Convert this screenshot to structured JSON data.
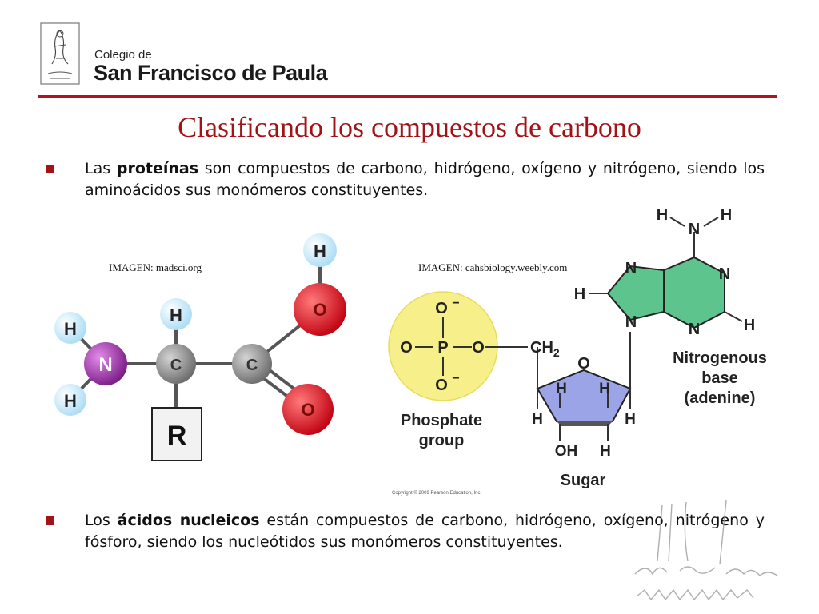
{
  "header": {
    "school_line1": "Colegio de",
    "school_line2": "San Francisco de Paula"
  },
  "title": "Clasificando los compuestos de carbono",
  "bullets": [
    {
      "before": "Las ",
      "bold": "proteínas",
      "after": " son compuestos de carbono, hidrógeno, oxígeno y nitrógeno, siendo los aminoácidos sus monómeros constituyentes."
    },
    {
      "before": "Los ",
      "bold": "ácidos nucleicos",
      "after": " están compuestos de carbono, hidrógeno, oxígeno, nitrógeno y fósforo, siendo los nucleótidos sus monómeros constituyentes."
    }
  ],
  "credits": {
    "left": "IMAGEN: madsci.org",
    "right": "IMAGEN: cahsbiology.weebly.com"
  },
  "amino_acid": {
    "atoms": {
      "h_top": "H",
      "o_top": "O",
      "h_left_top": "H",
      "n": "N",
      "h_left_bottom": "H",
      "h_mid": "H",
      "c1": "C",
      "c2": "C",
      "o_bottom": "O",
      "r": "R"
    },
    "colors": {
      "hydrogen": "#a9dcf5",
      "nitrogen": "#9a2fa4",
      "carbon": "#8a8a8a",
      "oxygen": "#e0141c",
      "r_group": "#f2f2f2"
    }
  },
  "nucleotide": {
    "phosphate": {
      "o_top": "O",
      "o_left": "O",
      "p": "P",
      "o_right": "O",
      "o_bottom": "O",
      "charge": "−",
      "label_1": "Phosphate",
      "label_2": "group",
      "color": "#f7f08a"
    },
    "sugar": {
      "ch2": "CH",
      "ch2_sub": "2",
      "o": "O",
      "h_in_left": "H",
      "h_in_right": "H",
      "h_out_left": "H",
      "h_out_right": "H",
      "oh": "OH",
      "h_bottom": "H",
      "label": "Sugar",
      "color": "#9aa4e6"
    },
    "base": {
      "h_top_left": "H",
      "n_top": "N",
      "h_top_right": "H",
      "n_ring_left": "N",
      "n_ring_right": "N",
      "h_left": "H",
      "n_bottom_left": "N",
      "n_bottom": "N",
      "h_right": "H",
      "label_1": "Nitrogenous",
      "label_2": "base",
      "label_3": "(adenine)",
      "color": "#5ec48e"
    }
  },
  "copyright": "Copyright © 2009 Pearson Education, Inc."
}
